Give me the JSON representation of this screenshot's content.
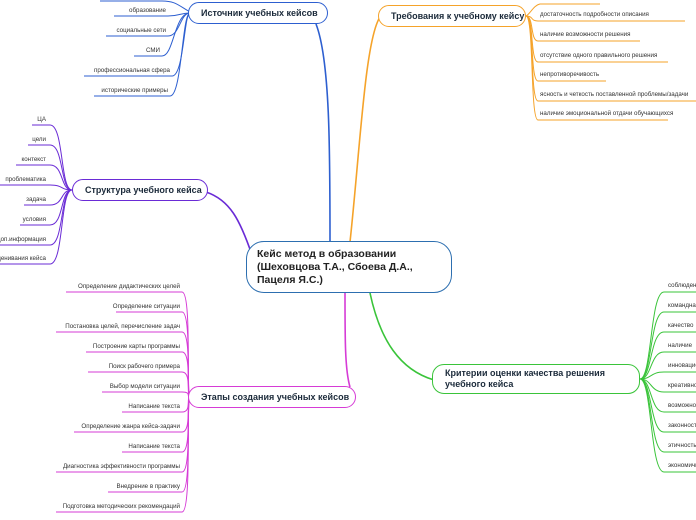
{
  "center": {
    "line1": "Кейс метод в образовании",
    "line2": "(Шеховцова Т.А., Сбоева Д.А.,",
    "line3": "Пацеля Я.С.)"
  },
  "colors": {
    "blue": "#2d5fd0",
    "orange": "#f5a32a",
    "purple": "#6a2bd6",
    "magenta": "#d63bd6",
    "green": "#3ac43a",
    "center_border": "#2d6fb0"
  },
  "branches": {
    "sources": {
      "label": "Источник учебных кейсов",
      "items": [
        "образование",
        "социальные сети",
        "СМИ",
        "профессиональная сфера",
        "исторические примеры"
      ]
    },
    "requirements": {
      "label": "Требования к учебному кейсу",
      "items": [
        "достаточность подробности описания",
        "наличие возможности решения",
        "отсутствие одного правильного решения",
        "непротиворечивость",
        "ясность и четкость поставленной проблемы/задачи",
        "наличие эмоциональной отдачи обучающихся"
      ]
    },
    "structure": {
      "label": "Структура учебного кейса",
      "items": [
        "ЦА",
        "цели",
        "контекст",
        "проблематика",
        "задача",
        "условия",
        "доп.информация",
        "оценивания кейса"
      ]
    },
    "stages": {
      "label": "Этапы создания учебных кейсов",
      "items": [
        "Определение дидактических целей",
        "Определение ситуации",
        "Постановка целей, перечисление задач",
        "Построение карты программы",
        "Поиск рабочего примера",
        "Выбор модели ситуации",
        "Написание текста",
        "Определение жанра кейса-задачи",
        "Написание текста",
        "Диагностика эффективности программы",
        "Внедрение в практику",
        "Подготовка методических рекомендаций"
      ]
    },
    "criteria": {
      "label_line1": "Критерии оценки качества решения",
      "label_line2": "учебного кейса",
      "items": [
        "соблюдение",
        "командная",
        "качество",
        "наличие",
        "инновационность",
        "креативность",
        "возможность",
        "законность",
        "этичность",
        "экономичность"
      ]
    }
  }
}
